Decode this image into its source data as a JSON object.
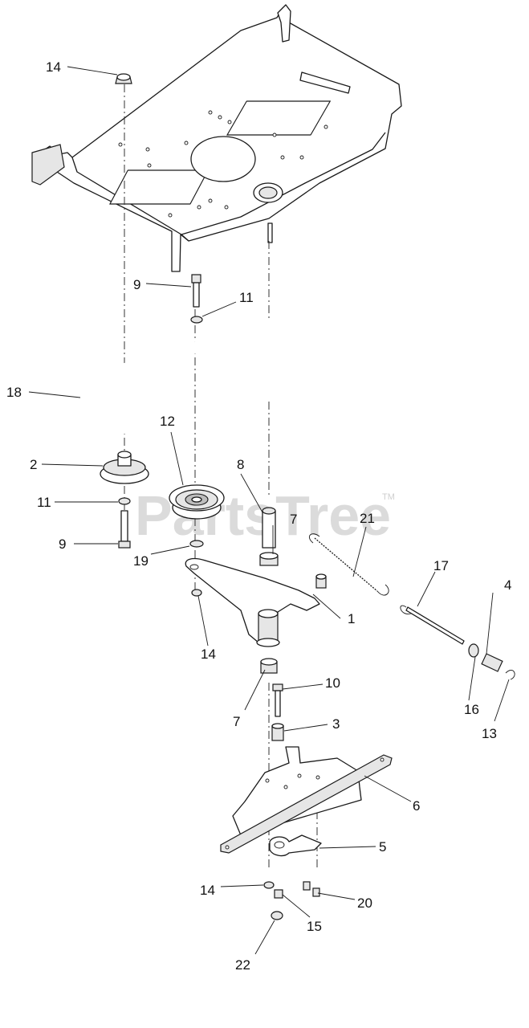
{
  "watermark": {
    "text": "PartsTree",
    "tm": "TM"
  },
  "callouts": [
    {
      "id": "c14a",
      "label": "14"
    },
    {
      "id": "c9a",
      "label": "9"
    },
    {
      "id": "c11a",
      "label": "11"
    },
    {
      "id": "c18",
      "label": "18"
    },
    {
      "id": "c12",
      "label": "12"
    },
    {
      "id": "c2",
      "label": "2"
    },
    {
      "id": "c8",
      "label": "8"
    },
    {
      "id": "c7a",
      "label": "7"
    },
    {
      "id": "c21",
      "label": "21"
    },
    {
      "id": "c17",
      "label": "17"
    },
    {
      "id": "c4",
      "label": "4"
    },
    {
      "id": "c11b",
      "label": "11"
    },
    {
      "id": "c9b",
      "label": "9"
    },
    {
      "id": "c19",
      "label": "19"
    },
    {
      "id": "c1",
      "label": "1"
    },
    {
      "id": "c14b",
      "label": "14"
    },
    {
      "id": "c16",
      "label": "16"
    },
    {
      "id": "c13",
      "label": "13"
    },
    {
      "id": "c7b",
      "label": "7"
    },
    {
      "id": "c10",
      "label": "10"
    },
    {
      "id": "c3",
      "label": "3"
    },
    {
      "id": "c6",
      "label": "6"
    },
    {
      "id": "c5",
      "label": "5"
    },
    {
      "id": "c14c",
      "label": "14"
    },
    {
      "id": "c20",
      "label": "20"
    },
    {
      "id": "c15",
      "label": "15"
    },
    {
      "id": "c22",
      "label": "22"
    }
  ]
}
